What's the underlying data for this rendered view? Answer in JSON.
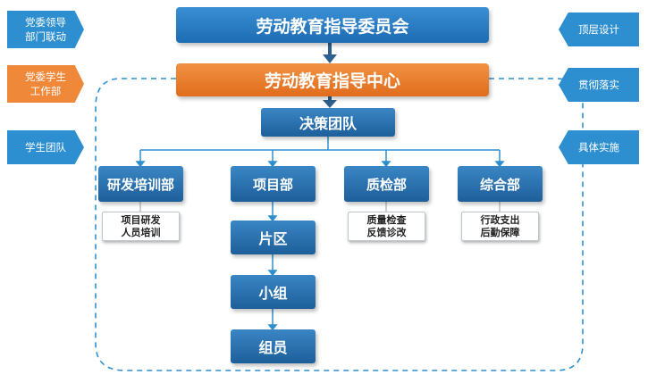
{
  "committee": "劳动教育指导委员会",
  "center": "劳动教育指导中心",
  "decision_team": "决策团队",
  "departments": [
    {
      "name": "研发培训部",
      "duties": [
        "项目研发",
        "人员培训"
      ]
    },
    {
      "name": "项目部",
      "duties": []
    },
    {
      "name": "质检部",
      "duties": [
        "质量检查",
        "反馈诊改"
      ]
    },
    {
      "name": "综合部",
      "duties": [
        "行政支出",
        "后勤保障"
      ]
    }
  ],
  "project_chain": [
    "片区",
    "小组",
    "组员"
  ],
  "left_tags": [
    {
      "lines": [
        "党委领导",
        "部门联动"
      ],
      "color": "#2d8fcf"
    },
    {
      "lines": [
        "党委学生",
        "工作部"
      ],
      "color": "#f0883a"
    },
    {
      "lines": [
        "学生团队"
      ],
      "color": "#2d8fcf"
    }
  ],
  "right_tags": [
    {
      "lines": [
        "顶层设计"
      ],
      "color": "#2d8fcf"
    },
    {
      "lines": [
        "贯彻落实"
      ],
      "color": "#2d8fcf"
    },
    {
      "lines": [
        "具体实施"
      ],
      "color": "#2d8fcf"
    }
  ]
}
